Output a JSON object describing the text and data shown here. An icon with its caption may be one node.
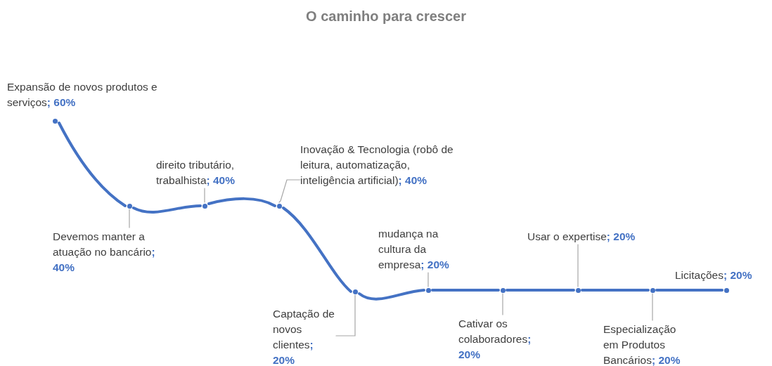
{
  "diagram": {
    "title": "O caminho para crescer",
    "nodes": [
      {
        "text": [
          "Expansão de novos produtos e serviços**; 60%**"
        ]
      },
      {
        "text": [
          "Devemos manter a atuação no bancário**; 40%**"
        ]
      },
      {
        "text": [
          "direito tributário, trabalhista**; 40%**"
        ]
      },
      {
        "text": [
          "Inovação & Tecnologia (robô de leitura, automatização, inteligência artificial)**; 40%**"
        ]
      },
      {
        "text": [
          "Captação de novos clientes**; 20%**"
        ]
      },
      {
        "text": [
          "mudança na cultura da empresa**; 20%**"
        ]
      },
      {
        "text": [
          "Cativar os colaboradores**; 20%**"
        ]
      },
      {
        "text": [
          "Usar o expertise**; 20%**"
        ]
      },
      {
        "text": [
          "Especialização em Produtos Bancários**; 20%**"
        ]
      },
      {
        "text": [
          "Licitações**; 20%**"
        ]
      },
      {
        "text": [],
        "shape": "circle"
      },
      {
        "text": [],
        "shape": "circle"
      },
      {
        "text": [],
        "shape": "circle"
      },
      {
        "text": [],
        "shape": "circle"
      },
      {
        "text": [],
        "shape": "circle"
      },
      {
        "text": [],
        "shape": "circle"
      },
      {
        "text": [],
        "shape": "circle"
      },
      {
        "text": [],
        "shape": "circle"
      },
      {
        "text": [],
        "shape": "circle"
      },
      {
        "text": [],
        "shape": "circle"
      }
    ],
    "edges": [
      {
        "from": 10,
        "to": 11,
        "arrow": "none"
      },
      {
        "from": 11,
        "to": 12,
        "arrow": "none"
      },
      {
        "from": 12,
        "to": 13,
        "arrow": "none"
      },
      {
        "from": 13,
        "to": 14,
        "arrow": "none"
      },
      {
        "from": 14,
        "to": 15,
        "arrow": "none"
      },
      {
        "from": 15,
        "to": 16,
        "arrow": "none"
      },
      {
        "from": 16,
        "to": 17,
        "arrow": "none"
      },
      {
        "from": 17,
        "to": 18,
        "arrow": "none"
      },
      {
        "from": 18,
        "to": 19,
        "arrow": "none"
      },
      {
        "from": 1,
        "to": 11,
        "arrow": "none",
        "color": "#a6a6a6"
      },
      {
        "from": 2,
        "to": 12,
        "arrow": "none",
        "color": "#a6a6a6"
      },
      {
        "from": 3,
        "to": 13,
        "arrow": "none",
        "color": "#a6a6a6"
      },
      {
        "from": 4,
        "to": 14,
        "arrow": "none",
        "color": "#a6a6a6"
      },
      {
        "from": 5,
        "to": 15,
        "arrow": "none",
        "color": "#a6a6a6"
      },
      {
        "from": 6,
        "to": 16,
        "arrow": "none",
        "color": "#a6a6a6"
      },
      {
        "from": 7,
        "to": 17,
        "arrow": "none",
        "color": "#a6a6a6"
      },
      {
        "from": 8,
        "to": 18,
        "arrow": "none",
        "color": "#a6a6a6"
      }
    ]
  }
}
